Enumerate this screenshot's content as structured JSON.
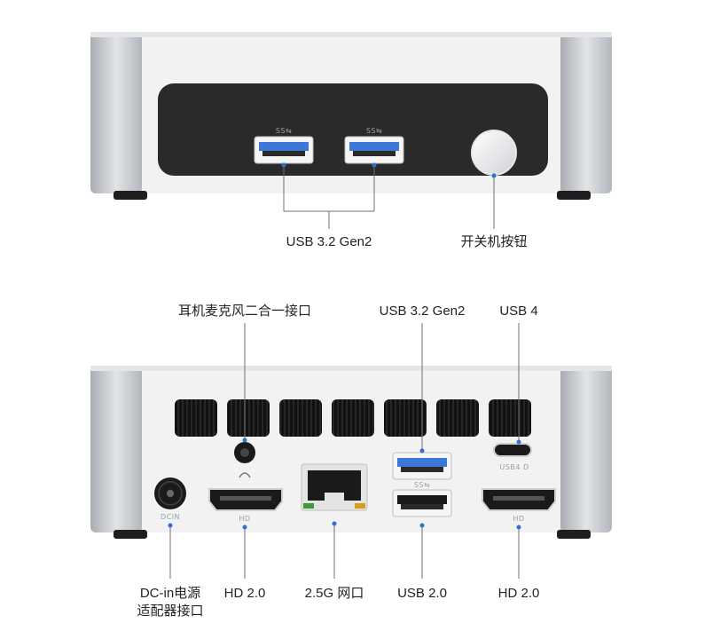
{
  "front": {
    "usb_label": "USB 3.2 Gen2",
    "power_label": "开关机按钮",
    "port_logo": "SS⇆"
  },
  "back": {
    "audio_label": "耳机麦克风二合一接口",
    "usb32_label": "USB 3.2 Gen2",
    "usb4_label": "USB 4",
    "dc_label_line1": "DC-in电源",
    "dc_label_line2": "适配器接口",
    "hd_left_label": "HD 2.0",
    "lan_label": "2.5G 网口",
    "usb2_label": "USB 2.0",
    "hd_right_label": "HD 2.0",
    "mark_dcin": "DCIN",
    "mark_hd_left": "HD",
    "mark_hd_right": "HD",
    "mark_ss": "SS⇆",
    "mark_usb4": "USB4 D"
  },
  "colors": {
    "aluminum": "#c9ccd0",
    "panel": "#f3f3f3",
    "dark_panel": "#2a2a2a",
    "usb3_blue": "#3c78d8",
    "callout_dot": "#2f6fd6"
  }
}
